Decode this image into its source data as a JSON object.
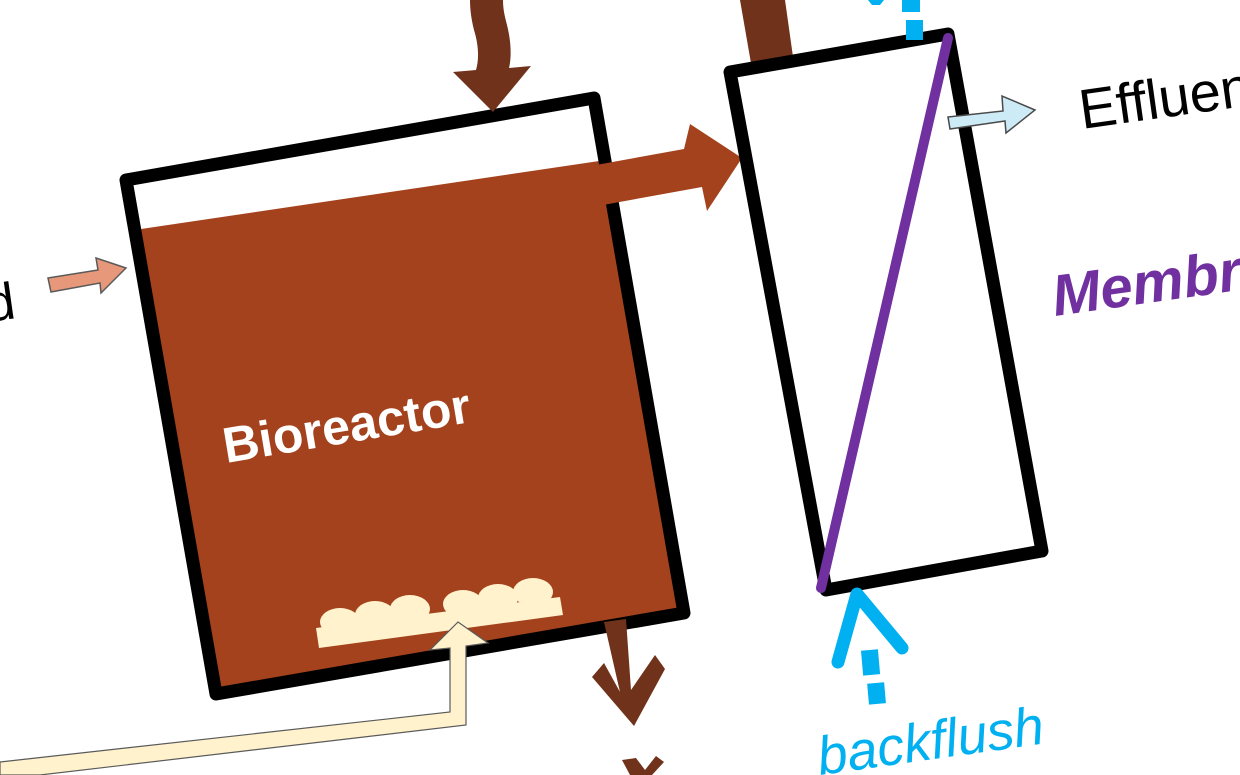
{
  "labels": {
    "feed": "Feed",
    "bioreactor": "Bioreactor",
    "effluent": "Effluent",
    "membrane": "Membrane",
    "backflush": "backflush"
  },
  "colors": {
    "sludge": "#A3421C",
    "outline": "#000000",
    "membrane": "#7030A0",
    "recycle_arrow": "#70321A",
    "feed_arrow": "#E8987A",
    "effluent_arrow": "#CDEBF7",
    "backflush": "#00B0F0",
    "air_bubbles": "#FFF2CC",
    "bioreactor_text": "#FFFFFF"
  },
  "icons": {
    "feed_arrow": "arrow-right-icon",
    "effluent_arrow": "arrow-right-icon",
    "transfer_arrow": "arrow-right-icon",
    "recycle_arrow": "arrow-down-icon",
    "waste_arrow": "arrow-down-icon",
    "backflush_arrow": "arrow-up-icon"
  }
}
